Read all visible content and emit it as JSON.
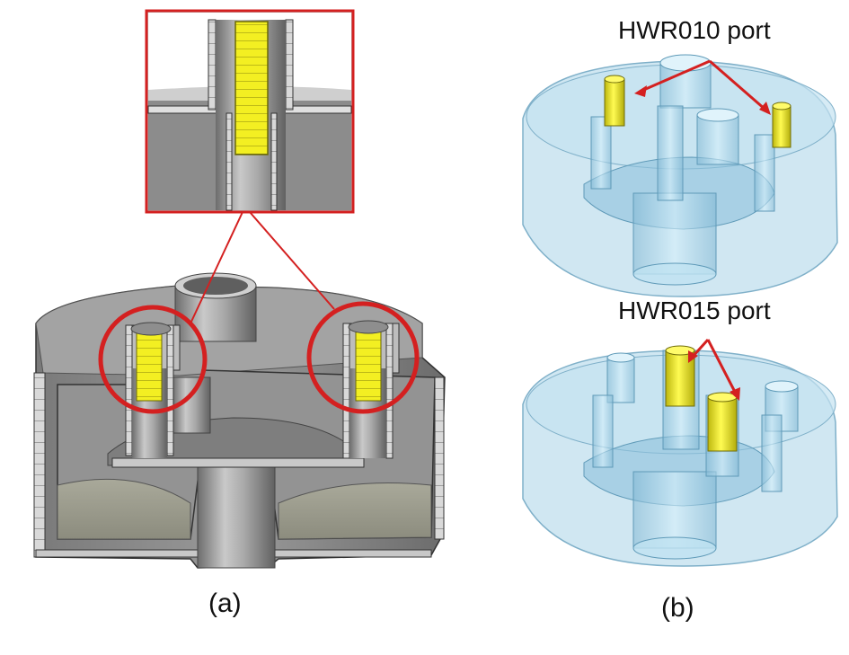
{
  "panels": {
    "a": {
      "caption": "(a)"
    },
    "b": {
      "caption": "(b)"
    }
  },
  "annotations": {
    "top_port": "HWR010 port",
    "bottom_port": "HWR015 port"
  },
  "colors": {
    "callout_red": "#d42020",
    "metal_gray": "#8f8f8f",
    "metal_light": "#bdbdbd",
    "metal_dark": "#5b5b5b",
    "coupler_yellow": "#f2ee1c",
    "transparent_blue": "#a9d3e8",
    "background": "#ffffff"
  }
}
